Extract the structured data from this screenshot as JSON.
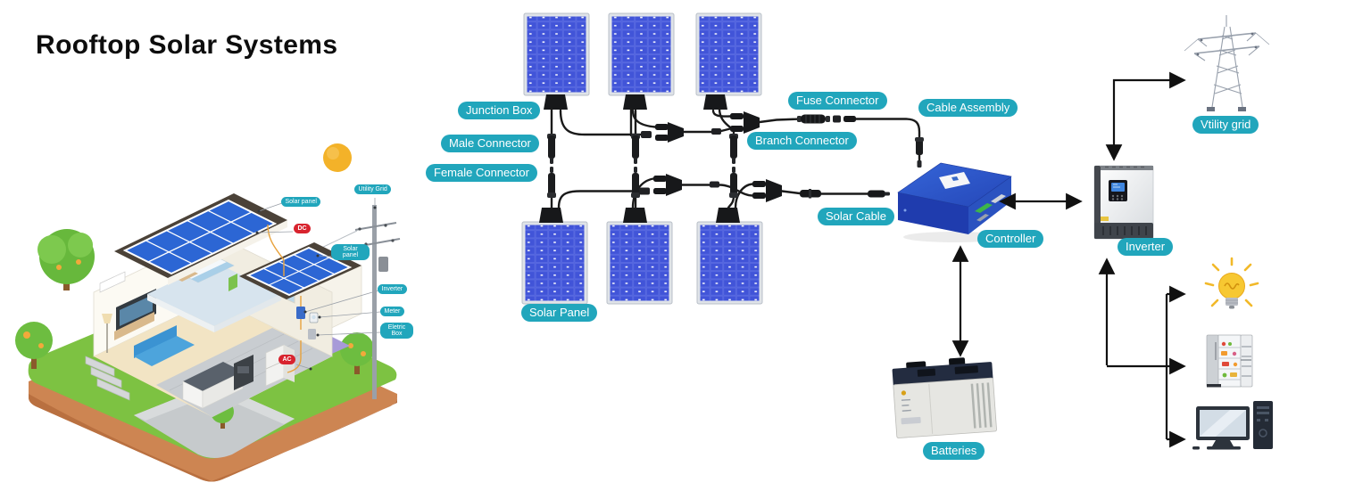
{
  "title": "Rooftop Solar Systems",
  "diagram_labels": {
    "junction_box": "Junction Box",
    "male_connector": "Male Connector",
    "female_connector": "Female Connector",
    "solar_panel": "Solar Panel",
    "fuse_connector": "Fuse Connector",
    "branch_connector": "Branch Connector",
    "cable_assembly": "Cable Assembly",
    "solar_cable": "Solar Cable",
    "controller": "Controller",
    "inverter": "Inverter",
    "batteries": "Batteries",
    "utility_grid": "Vtility grid"
  },
  "house_labels": {
    "solar_panel_top": "Solar panel",
    "dc": "DC",
    "solar_panel_right": "Solar panel",
    "utility_grid": "Utility Grid",
    "inverter": "Inverter",
    "meter": "Meter",
    "electric_box": "Eletric Box",
    "ac": "AC"
  },
  "colors": {
    "label_teal": "#21a6bc",
    "badge_red": "#d8232e",
    "panel_blue": "#4154d8",
    "roof_panel_blue": "#2c66d4",
    "cable_black": "#1a1a1a",
    "controller_blue": "#2b55c8",
    "roof_dark": "#4b4238",
    "grass_green": "#7dc242",
    "dirt_brown": "#cd8552",
    "sun_yellow": "#f3b229",
    "arrow_black": "#111111"
  }
}
